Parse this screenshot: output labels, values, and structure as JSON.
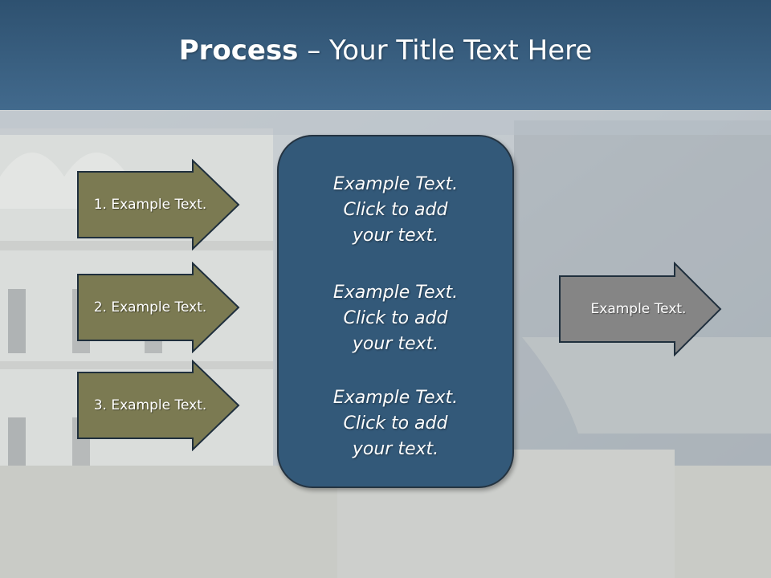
{
  "slide": {
    "title_bold": "Process",
    "title_rest": " – Your Title Text Here"
  },
  "left_arrows": [
    {
      "label": "1. Example Text."
    },
    {
      "label": "2. Example Text."
    },
    {
      "label": "3. Example Text."
    }
  ],
  "center_box": {
    "paragraphs": [
      {
        "lines": [
          "Example Text.",
          "Click  to add",
          "your text."
        ]
      },
      {
        "lines": [
          "Example Text.",
          "Click  to add",
          "your text."
        ]
      },
      {
        "lines": [
          "Example Text.",
          "Click  to add",
          "your text."
        ]
      }
    ]
  },
  "right_arrow": {
    "label": "Example Text."
  },
  "colors": {
    "header": "#3a6285",
    "left_arrow_fill": "#7b7a52",
    "center_box_fill": "#2f5677",
    "right_arrow_fill": "#858585",
    "outline": "#1f2f3d"
  }
}
